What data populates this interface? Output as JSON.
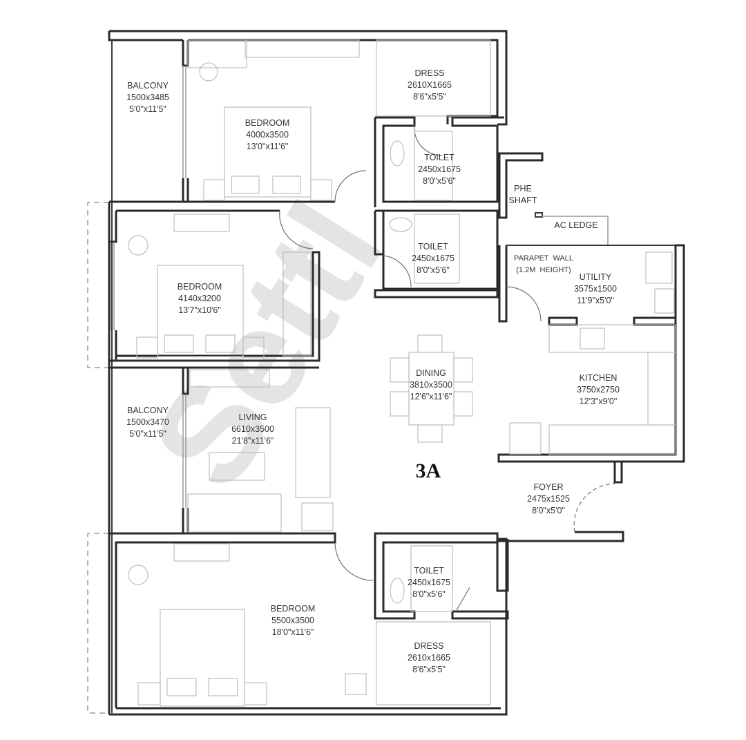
{
  "plan": {
    "unit_label": "3A",
    "watermark": "Settl",
    "colors": {
      "wall": "#2a2a2a",
      "furniture": "#bdbdbd",
      "watermark": "#e4e4e4",
      "text": "#333333"
    }
  },
  "rooms": [
    {
      "id": "balcony-1",
      "name": "BALCONY",
      "metric": "1500x3485",
      "imperial": "5'0\"x11'5\""
    },
    {
      "id": "bedroom-1",
      "name": "BEDROOM",
      "metric": "4000x3500",
      "imperial": "13'0\"x11'6\""
    },
    {
      "id": "dress-1",
      "name": "DRESS",
      "metric": "2610X1665",
      "imperial": "8'6\"x5'5\""
    },
    {
      "id": "toilet-1",
      "name": "TOILET",
      "metric": "2450x1675",
      "imperial": "8'0\"x5'6\""
    },
    {
      "id": "phe-shaft",
      "name": "PHE",
      "metric": "SHAFT",
      "imperial": ""
    },
    {
      "id": "ac-ledge",
      "name": "AC LEDGE",
      "metric": "",
      "imperial": ""
    },
    {
      "id": "toilet-2",
      "name": "TOILET",
      "metric": "2450x1675",
      "imperial": "8'0\"x5'6\""
    },
    {
      "id": "parapet-wall",
      "name": "PARAPET  WALL",
      "metric": "(1.2M  HEIGHT)",
      "imperial": ""
    },
    {
      "id": "utility",
      "name": "UTILITY",
      "metric": "3575x1500",
      "imperial": "11'9\"x5'0\""
    },
    {
      "id": "bedroom-2",
      "name": "BEDROOM",
      "metric": "4140x3200",
      "imperial": "13'7\"x10'6\""
    },
    {
      "id": "dining",
      "name": "DINING",
      "metric": "3810x3500",
      "imperial": "12'6\"x11'6\""
    },
    {
      "id": "kitchen",
      "name": "KITCHEN",
      "metric": "3750x2750",
      "imperial": "12'3\"x9'0\""
    },
    {
      "id": "balcony-2",
      "name": "BALCONY",
      "metric": "1500x3470",
      "imperial": "5'0\"x11'5\""
    },
    {
      "id": "living",
      "name": "LIVING",
      "metric": "6610x3500",
      "imperial": "21'8\"x11'6\""
    },
    {
      "id": "foyer",
      "name": "FOYER",
      "metric": "2475x1525",
      "imperial": "8'0\"x5'0\""
    },
    {
      "id": "toilet-3",
      "name": "TOILET",
      "metric": "2450x1675",
      "imperial": "8'0\"x5'6\""
    },
    {
      "id": "bedroom-3",
      "name": "BEDROOM",
      "metric": "5500x3500",
      "imperial": "18'0\"x11'6\""
    },
    {
      "id": "dress-2",
      "name": "DRESS",
      "metric": "2610x1665",
      "imperial": "8'6\"x5'5\""
    }
  ]
}
